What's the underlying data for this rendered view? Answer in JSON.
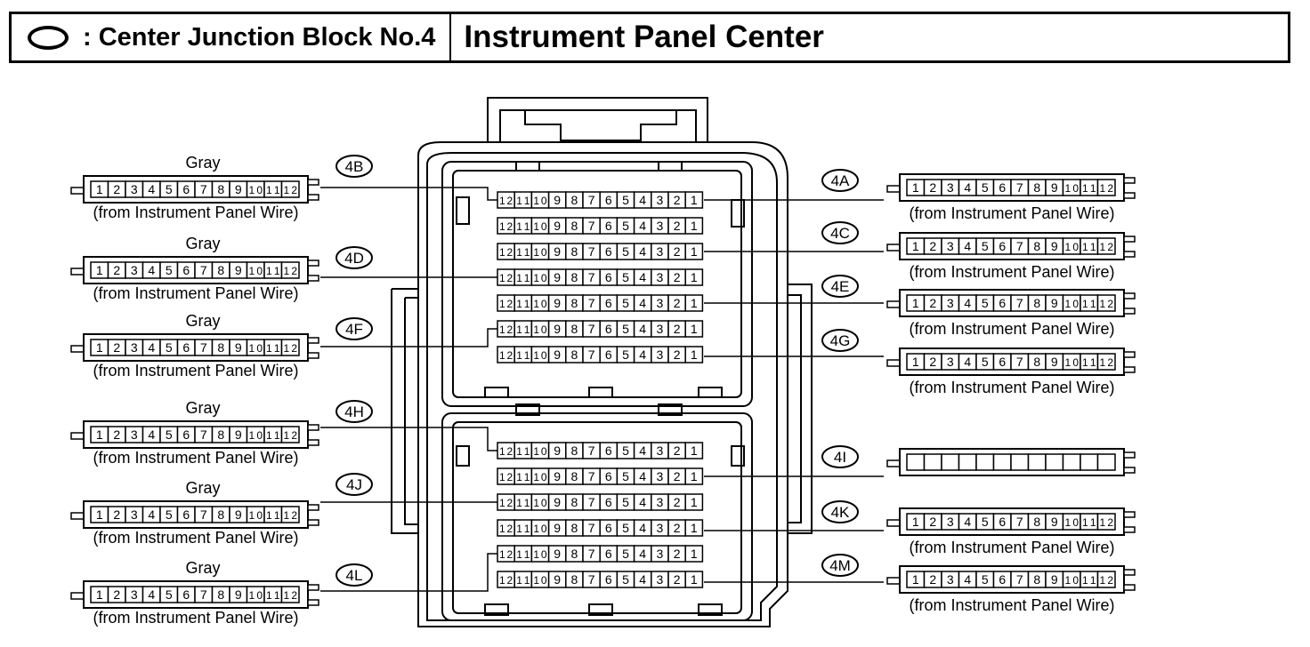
{
  "header": {
    "symbol_icon": "oval-icon",
    "block_label": ": Center Junction Block No.4",
    "location": "Instrument Panel Center"
  },
  "pins": [
    "1",
    "2",
    "3",
    "4",
    "5",
    "6",
    "7",
    "8",
    "9",
    "10",
    "11",
    "12"
  ],
  "left_connectors": [
    {
      "id": "4B",
      "color": "Gray",
      "source": "(from Instrument Panel Wire)"
    },
    {
      "id": "4D",
      "color": "Gray",
      "source": "(from Instrument Panel Wire)"
    },
    {
      "id": "4F",
      "color": "Gray",
      "source": "(from Instrument Panel Wire)"
    },
    {
      "id": "4H",
      "color": "Gray",
      "source": "(from Instrument Panel Wire)"
    },
    {
      "id": "4J",
      "color": "Gray",
      "source": "(from Instrument Panel Wire)"
    },
    {
      "id": "4L",
      "color": "Gray",
      "source": "(from Instrument Panel Wire)"
    }
  ],
  "right_connectors": [
    {
      "id": "4A",
      "source": "(from Instrument Panel Wire)",
      "numbered": true
    },
    {
      "id": "4C",
      "source": "(from Instrument Panel Wire)",
      "numbered": true
    },
    {
      "id": "4E",
      "source": "(from Instrument Panel Wire)",
      "numbered": true
    },
    {
      "id": "4G",
      "source": "(from Instrument Panel Wire)",
      "numbered": true
    },
    {
      "id": "4I",
      "source": "",
      "numbered": false
    },
    {
      "id": "4K",
      "source": "(from Instrument Panel Wire)",
      "numbered": true
    },
    {
      "id": "4M",
      "source": "(from Instrument Panel Wire)",
      "numbered": true
    }
  ]
}
